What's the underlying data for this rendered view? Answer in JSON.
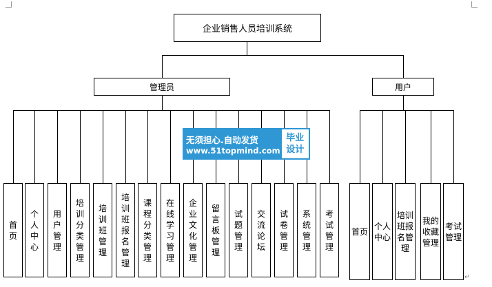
{
  "diagram": {
    "root": "企业销售人员培训系统",
    "admin": {
      "label": "管理员",
      "children": [
        "首页",
        "个人中心",
        "用户管理",
        "培训分类管理",
        "培训班管理",
        "培训班报名管理",
        "课程分类管理",
        "在线学习管理",
        "企业文化管理",
        "留言板管理",
        "试题管理",
        "交流论坛",
        "试卷管理",
        "系统管理",
        "考试管理"
      ]
    },
    "user": {
      "label": "用户",
      "children": [
        "首页",
        "个人中心",
        "培训班报名管理",
        "我的收藏管理",
        "考试管理"
      ]
    }
  },
  "watermark": {
    "slogan": "无须担心.自动发货",
    "url": "www.51topmind.com",
    "badge_line1": "毕业",
    "badge_line2": "设计",
    "bg_color": "#2f97d4"
  },
  "colors": {
    "line": "#000000",
    "box_border": "#000000"
  }
}
